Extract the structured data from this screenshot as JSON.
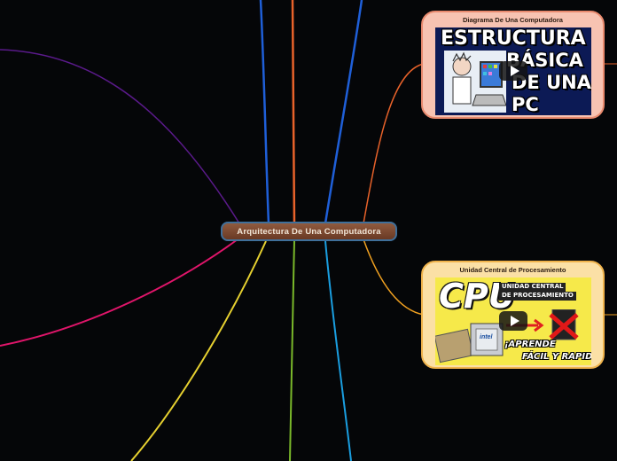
{
  "central_topic": {
    "label": "Arquitectura De Una Computadora"
  },
  "topics": [
    {
      "title": "Diagrama De Una Computadora",
      "thumbnail": {
        "line1": "ESTRUCTURA",
        "line2": "BÁSICA",
        "line3": "DE UNA",
        "line4": "PC",
        "has_play_icon": true
      }
    },
    {
      "title": "Unidad Central de Procesamiento",
      "thumbnail": {
        "headline": "CPU",
        "box_label_1": "UNIDAD CENTRAL",
        "box_label_2": "DE PROCESAMIENTO",
        "chip_label": "intel",
        "banner_1": "¡APRENDE",
        "banner_2": "FÁCIL Y RAPIDO!",
        "has_play_icon": true
      }
    }
  ],
  "branch_colors": {
    "blue_top_left": "#1f5fd8",
    "orange_top": "#e8622a",
    "blue_top_right": "#1f5fd8",
    "orange_right_upper": "#e8622a",
    "orange_right_lower": "#f0a020",
    "purple_left": "#5a1a8a",
    "magenta_left": "#e0156a",
    "yellow_bottom": "#e6d030",
    "green_bottom": "#7ab82a",
    "cyan_bottom": "#1a9ee0"
  }
}
